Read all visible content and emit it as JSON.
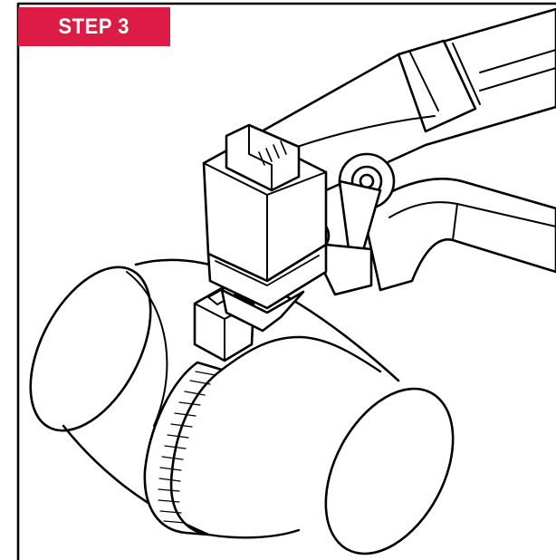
{
  "step": {
    "label": "STEP 3"
  },
  "colors": {
    "accent": "#dc1c45",
    "line": "#000000",
    "background": "#ffffff"
  },
  "illustration": {
    "subject": "cable-tie-tensioning-tool",
    "objects": [
      "tensioning-tool",
      "cable-tie",
      "pipe"
    ]
  }
}
